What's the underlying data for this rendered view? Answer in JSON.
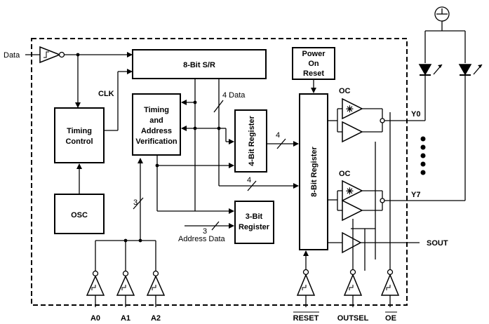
{
  "blocks": {
    "shift_register": "8-Bit S/R",
    "timing_control_line1": "Timing",
    "timing_control_line2": "Control",
    "timing_verif_line1": "Timing",
    "timing_verif_line2": "and",
    "timing_verif_line3": "Address",
    "timing_verif_line4": "Verification",
    "four_bit_register": "4-Bit Register",
    "eight_bit_register": "8-Bit Register",
    "three_bit_register_line1": "3-Bit",
    "three_bit_register_line2": "Register",
    "power_on_reset_line1": "Power",
    "power_on_reset_line2": "On",
    "power_on_reset_line3": "Reset",
    "osc": "OSC"
  },
  "signals": {
    "data_in": "Data",
    "clk": "CLK",
    "four_data": "4 Data",
    "bus_4a": "4",
    "bus_4b": "4",
    "bus_3a": "3",
    "bus_3b": "3",
    "address_data": "Address Data",
    "oc_top": "OC",
    "oc_bottom": "OC",
    "y0": "Y0",
    "y7": "Y7",
    "sout": "SOUT"
  },
  "pins": {
    "a0": "A0",
    "a1": "A1",
    "a2": "A2",
    "reset": "RESET",
    "outsel": "OUTSEL",
    "oe": "OE"
  }
}
